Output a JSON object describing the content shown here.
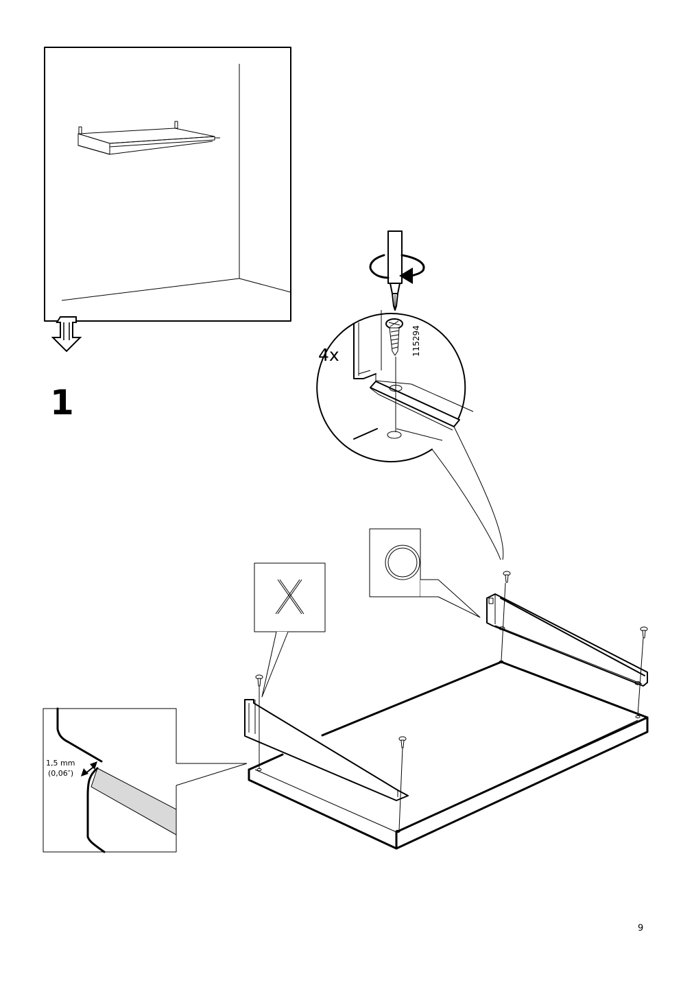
{
  "step": {
    "number": "1"
  },
  "quantity": {
    "label": "4x"
  },
  "part": {
    "number": "115294"
  },
  "detail": {
    "thickness_mm": "1,5 mm",
    "thickness_in": "(0,06″)"
  },
  "callout": {
    "wrong_mark": "X"
  },
  "page": {
    "number": "9"
  },
  "icons": {
    "overview": "shelf-on-wall-overview",
    "next": "down-arrow-icon",
    "tool": "screwdriver-icon",
    "rotation": "rotate-clockwise-icon",
    "wrong": "x-mark-icon",
    "correct": "circle-mark-icon"
  }
}
